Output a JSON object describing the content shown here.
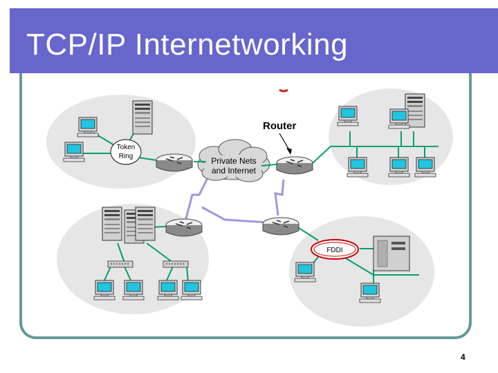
{
  "slide": {
    "title": "TCP/IP Internetworking",
    "page_number": "4"
  },
  "diagram": {
    "router_label": "Router",
    "cloud_label_line1": "Private Nets",
    "cloud_label_line2": "and Internet",
    "token_ring_line1": "Token",
    "token_ring_line2": "Ring",
    "fddi_label": "FDDI"
  },
  "colors": {
    "title_bar": "#6666cc",
    "frame": "#669999",
    "lan_bubble": "#e6e6e6",
    "links": "#00a070",
    "wan_link": "#9999dd",
    "fddi_ring": "#cc0000"
  }
}
